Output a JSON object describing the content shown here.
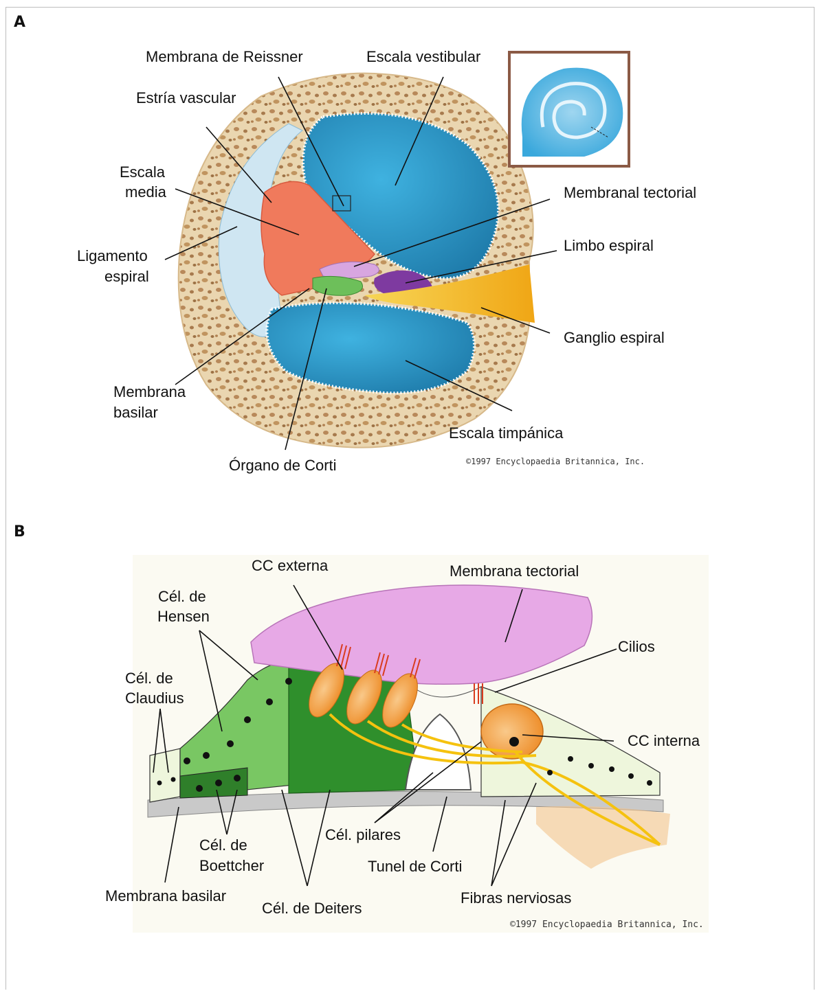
{
  "panel_a": {
    "letter": "A",
    "labels": {
      "reissner": "Membrana de Reissner",
      "vestibular": "Escala vestibular",
      "estria": "Estría vascular",
      "media_1": "Escala",
      "media_2": "media",
      "tectorial": "Membranal tectorial",
      "ligamento_1": "Ligamento",
      "ligamento_2": "espiral",
      "limbo": "Limbo espiral",
      "ganglio": "Ganglio espiral",
      "basilar_1": "Membrana",
      "basilar_2": "basilar",
      "timpanica": "Escala timpánica",
      "corti": "Órgano de Corti"
    },
    "copyright": "©1997 Encyclopaedia Britannica, Inc."
  },
  "panel_b": {
    "letter": "B",
    "labels": {
      "cc_externa": "CC externa",
      "tectorial": "Membrana tectorial",
      "hensen_1": "Cél. de",
      "hensen_2": "Hensen",
      "cilios": "Cilios",
      "claudius_1": "Cél. de",
      "claudius_2": "Claudius",
      "cc_interna": "CC interna",
      "boettcher_1": "Cél. de",
      "boettcher_2": "Boettcher",
      "pilares": "Cél. pilares",
      "tunel": "Tunel de Corti",
      "basilar": "Membrana basilar",
      "deiters": "Cél. de Deiters",
      "fibras": "Fibras nerviosas"
    },
    "copyright": "©1997 Encyclopaedia Britannica, Inc."
  },
  "colors": {
    "scala_blue": "#2f97c8",
    "scala_media": "#f07a5c",
    "bone": "#e9d2aa",
    "tectorial": "#e7a9e6",
    "ganglion": "#f6c21c",
    "hensen_green": "#6ec25a",
    "deiters_green": "#2f8f2c",
    "hair_cell": "#f3a446"
  }
}
